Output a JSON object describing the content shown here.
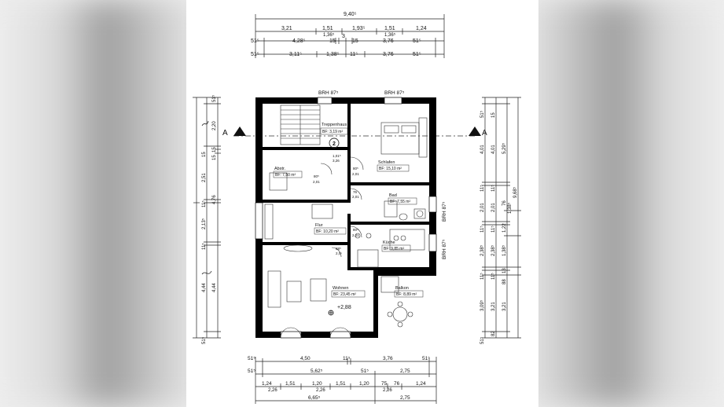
{
  "top_dims": {
    "overall": "9,40⁵",
    "row1": [
      "3,21",
      "1,51",
      "1,93⁵",
      "1,51",
      "1,24"
    ],
    "row1_sub": [
      "1,36⁵",
      "1,36⁵"
    ],
    "row2": [
      "51⁵",
      "4,28⁵",
      "15",
      "3",
      "15",
      "3,76",
      "51⁵"
    ],
    "row3": [
      "51⁵",
      "3,11⁵",
      "1,38⁵",
      "11⁵",
      "3,76",
      "51⁵"
    ]
  },
  "brh_labels": {
    "top_left": "BRH 87⁵",
    "top_right": "BRH 87⁵",
    "right_upper": "BRH 87⁵",
    "right_lower": "BRH 87⁵"
  },
  "section_marks": {
    "left": "A",
    "right": "A"
  },
  "rooms": [
    {
      "name": "Treppenhaus",
      "area": "BF: 3,19 m²"
    },
    {
      "name": "Schlafen",
      "area": "BF: 15,10 m²"
    },
    {
      "name": "Abstr.",
      "area": "BF: 7,50 m²"
    },
    {
      "name": "Bad",
      "area": "BF: 7,55 m²"
    },
    {
      "name": "Flur",
      "area": "BF: 10,20 m²"
    },
    {
      "name": "Küche",
      "area": "BF: 9,85 m²"
    },
    {
      "name": "Wohnen",
      "area": "BF: 23,45 m²"
    },
    {
      "name": "Balkon",
      "area": "BF: 8,89 m²"
    }
  ],
  "door_labels": [
    "80⁵",
    "2,01",
    "80⁵",
    "2,01",
    "76",
    "2,01",
    "80⁵",
    "2,01",
    "88⁵",
    "2,0¹",
    "1,01⁵",
    "3,26"
  ],
  "stair_number": "2",
  "level_mark": "+2,88",
  "left_dims": [
    "51⁵",
    "2,20",
    "15",
    "15",
    "15",
    "2,51",
    "4,76",
    "11⁵",
    "2,13⁵",
    "11⁵",
    "4,44",
    "4,44",
    "51⁵"
  ],
  "right_dims_inner": [
    "51⁵",
    "4,01",
    "11⁵",
    "2,01",
    "11⁵",
    "2,38⁵",
    "11⁵",
    "3,09⁵",
    "51⁵"
  ],
  "right_dims_mid": [
    "15",
    "4,01",
    "11⁵",
    "2,01",
    "11⁵",
    "2,38⁵",
    "11⁵",
    "3,21",
    "82"
  ],
  "right_dims_outer": [
    "5,29⁵",
    "76",
    "1,22",
    "1,38⁵",
    "13",
    "88",
    "3,21"
  ],
  "right_dims_total": [
    "9,68⁵",
    "1,38⁵"
  ],
  "bottom_dims": {
    "row1": [
      "51⁵",
      "4,50",
      "11⁵",
      "3,76",
      "51⁵"
    ],
    "row2": [
      "51⁵",
      "5,62⁵",
      "51⁵",
      "2,75"
    ],
    "row3": [
      "1,24",
      "1,51",
      "1,20",
      "1,51",
      "1,20",
      "75",
      "76",
      "1,24"
    ],
    "row3_sub": [
      "2,26",
      "2,26",
      "2,26"
    ],
    "overall": [
      "6,65⁵",
      "2,75"
    ]
  }
}
